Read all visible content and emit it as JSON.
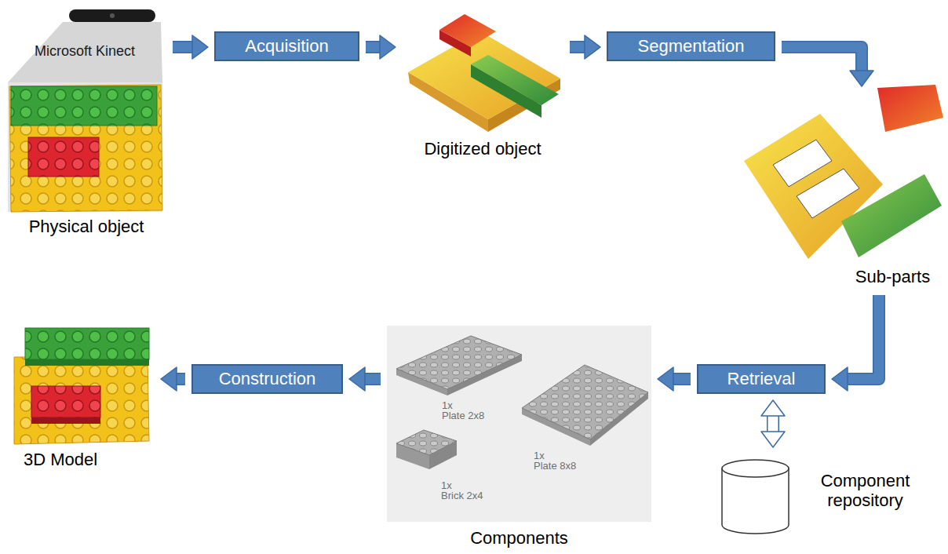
{
  "diagram": {
    "nodes": [
      {
        "text": [
          "Physical object"
        ]
      },
      {
        "text": [
          "Acquisition"
        ]
      },
      {
        "text": [
          "Digitized object"
        ]
      },
      {
        "text": [
          "Segmentation"
        ]
      },
      {
        "text": [
          "Sub-parts"
        ]
      },
      {
        "text": [
          "Retrieval"
        ]
      },
      {
        "text": [
          "Component repository"
        ]
      },
      {
        "text": [
          "Components"
        ]
      },
      {
        "text": [
          "Construction"
        ]
      },
      {
        "text": [
          "3D Model"
        ]
      }
    ],
    "edges": [
      {
        "from": 0,
        "to": 1,
        "arrow": "to"
      },
      {
        "from": 1,
        "to": 2,
        "arrow": "to"
      },
      {
        "from": 2,
        "to": 3,
        "arrow": "to"
      },
      {
        "from": 3,
        "to": 4,
        "arrow": "to"
      },
      {
        "from": 4,
        "to": 5,
        "arrow": "to"
      },
      {
        "from": 5,
        "to": 6,
        "arrow": "both"
      },
      {
        "from": 5,
        "to": 7,
        "arrow": "to"
      },
      {
        "from": 7,
        "to": 8,
        "arrow": "to"
      },
      {
        "from": 8,
        "to": 9,
        "arrow": "to"
      }
    ],
    "labels": [
      "Microsoft Kinect",
      "1x",
      "Plate 2x8",
      "1x",
      "Brick 2x4",
      "1x",
      "Plate 8x8"
    ]
  }
}
